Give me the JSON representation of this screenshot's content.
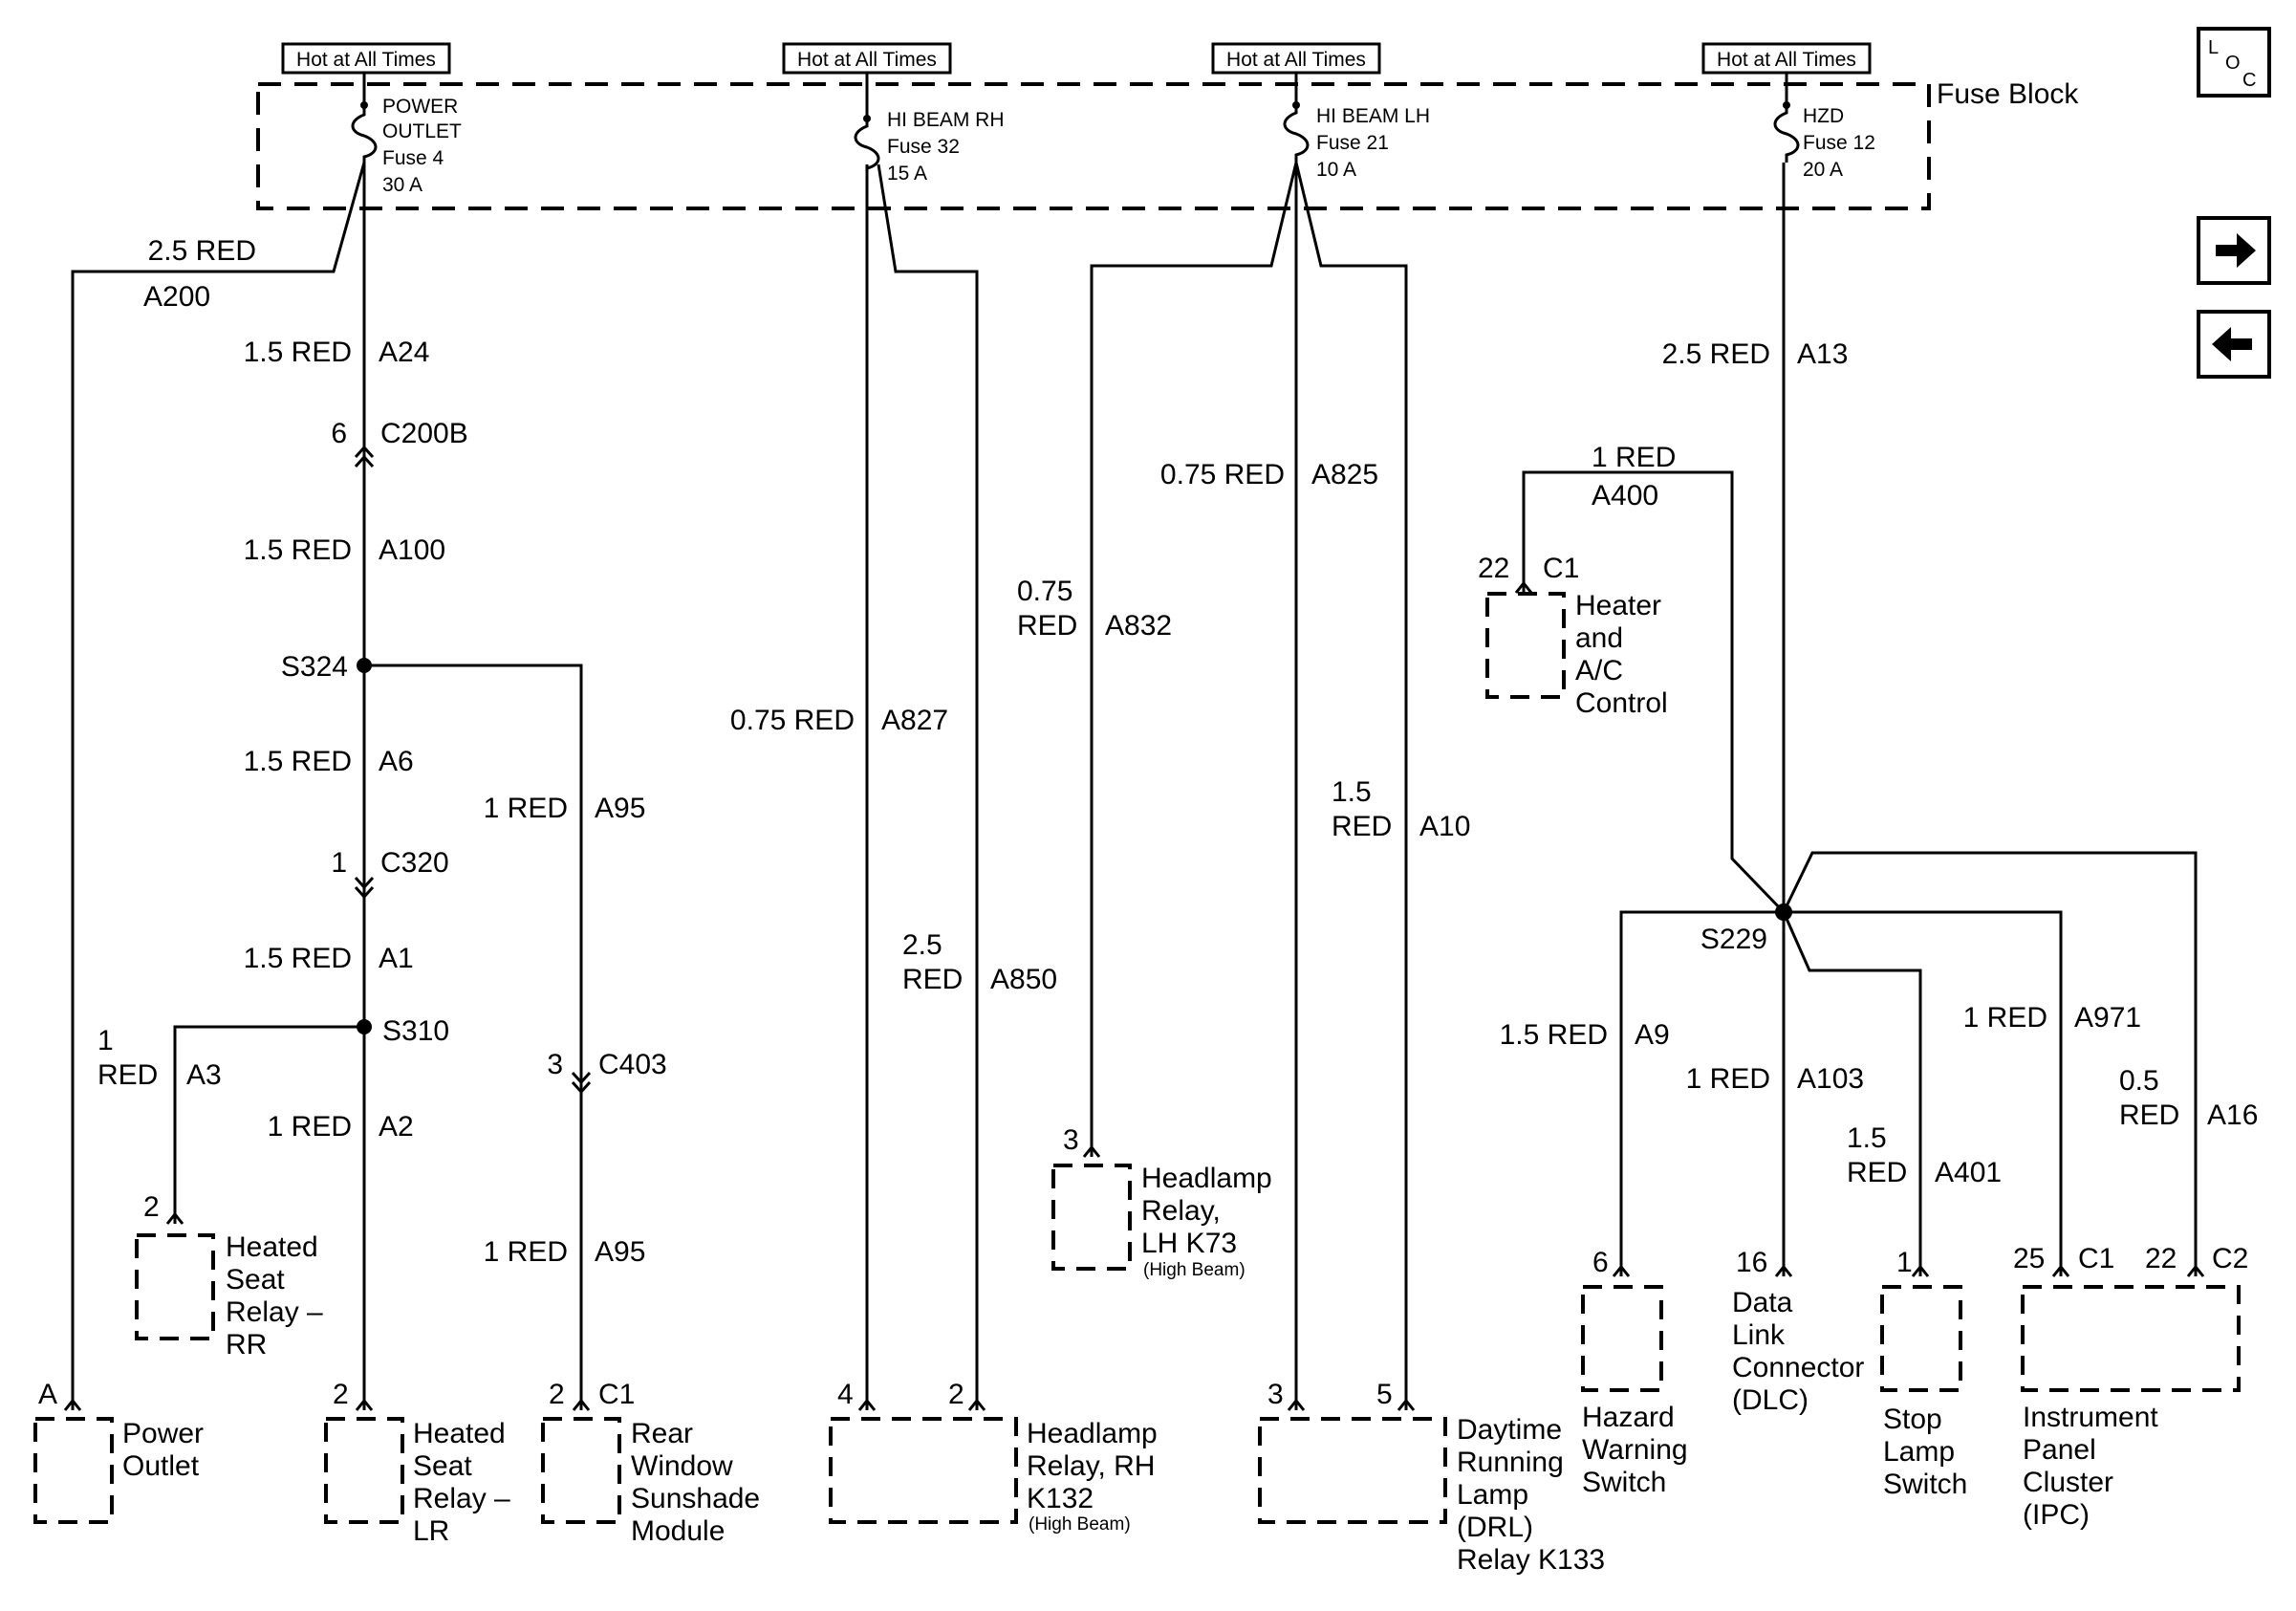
{
  "hot_labels": [
    "Hot at All Times",
    "Hot at All Times",
    "Hot at All Times",
    "Hot at All Times"
  ],
  "fuse_block_label": "Fuse Block",
  "fuses": [
    {
      "lines": [
        "POWER",
        "OUTLET",
        "Fuse 4",
        "30 A"
      ]
    },
    {
      "lines": [
        "HI BEAM RH",
        "Fuse 32",
        "15 A"
      ]
    },
    {
      "lines": [
        "HI BEAM LH",
        "Fuse 21",
        "10 A"
      ]
    },
    {
      "lines": [
        "HZD",
        "Fuse 12",
        "20 A"
      ]
    }
  ],
  "nav": {
    "loc_l": "L",
    "loc_o": "O",
    "loc_c": "C",
    "next_icon": "arrow-right-icon",
    "prev_icon": "arrow-left-icon"
  },
  "wires": {
    "a200_color": "2.5 RED",
    "a200_id": "A200",
    "a24_color": "1.5 RED",
    "a24_id": "A24",
    "a100_color": "1.5 RED",
    "a100_id": "A100",
    "a6_color": "1.5 RED",
    "a6_id": "A6",
    "a1_color": "1.5 RED",
    "a1_id": "A1",
    "a3_color_1": "1",
    "a3_color_2": "RED",
    "a3_id": "A3",
    "a2_color": "1 RED",
    "a2_id": "A2",
    "a95_color": "1 RED",
    "a95_id": "A95",
    "a95b_color": "1 RED",
    "a95b_id": "A95",
    "a827_color": "0.75 RED",
    "a827_id": "A827",
    "a850_color_1": "2.5",
    "a850_color_2": "RED",
    "a850_id": "A850",
    "a832_color_1": "0.75",
    "a832_color_2": "RED",
    "a832_id": "A832",
    "a825_color": "0.75 RED",
    "a825_id": "A825",
    "a10_color_1": "1.5",
    "a10_color_2": "RED",
    "a10_id": "A10",
    "a13_color": "2.5 RED",
    "a13_id": "A13",
    "a400_color": "1 RED",
    "a400_id": "A400",
    "a9_color": "1.5 RED",
    "a9_id": "A9",
    "a103_color": "1 RED",
    "a103_id": "A103",
    "a401_color_1": "1.5",
    "a401_color_2": "RED",
    "a401_id": "A401",
    "a971_color": "1 RED",
    "a971_id": "A971",
    "a16_color_1": "0.5",
    "a16_color_2": "RED",
    "a16_id": "A16"
  },
  "connectors": {
    "c200b_pin": "6",
    "c200b": "C200B",
    "c320_pin": "1",
    "c320": "C320",
    "c403_pin": "3",
    "c403": "C403"
  },
  "splices": {
    "s324": "S324",
    "s310": "S310",
    "s229": "S229"
  },
  "components": {
    "power_outlet": {
      "pin": "A",
      "lines": [
        "Power",
        "Outlet"
      ]
    },
    "heated_seat_rr": {
      "pin": "2",
      "lines": [
        "Heated",
        "Seat",
        "Relay –",
        "RR"
      ]
    },
    "heated_seat_lr": {
      "pin": "2",
      "lines": [
        "Heated",
        "Seat",
        "Relay –",
        "LR"
      ]
    },
    "sunshade": {
      "pin": "2",
      "conn": "C1",
      "lines": [
        "Rear",
        "Window",
        "Sunshade",
        "Module"
      ]
    },
    "headlamp_rh": {
      "pin_a": "4",
      "pin_b": "2",
      "lines": [
        "Headlamp",
        "Relay, RH",
        "K132"
      ],
      "note": "(High Beam)"
    },
    "headlamp_lh": {
      "pin": "3",
      "lines": [
        "Headlamp",
        "Relay,",
        "LH K73"
      ],
      "note": "(High Beam)"
    },
    "drl": {
      "pin_a": "3",
      "pin_b": "5",
      "lines": [
        "Daytime",
        "Running",
        "Lamp",
        "(DRL)",
        "Relay K133"
      ]
    },
    "hvac": {
      "pin": "22",
      "conn": "C1",
      "lines": [
        "Heater",
        "and",
        "A/C",
        "Control"
      ]
    },
    "hazard": {
      "pin": "6",
      "lines": [
        "Hazard",
        "Warning",
        "Switch"
      ]
    },
    "dlc": {
      "pin": "16",
      "lines": [
        "Data",
        "Link",
        "Connector",
        "(DLC)"
      ]
    },
    "stop_lamp": {
      "pin": "1",
      "lines": [
        "Stop",
        "Lamp",
        "Switch"
      ]
    },
    "ipc": {
      "pin_a": "25",
      "conn_a": "C1",
      "pin_b": "22",
      "conn_b": "C2",
      "lines": [
        "Instrument",
        "Panel",
        "Cluster",
        "(IPC)"
      ]
    }
  }
}
